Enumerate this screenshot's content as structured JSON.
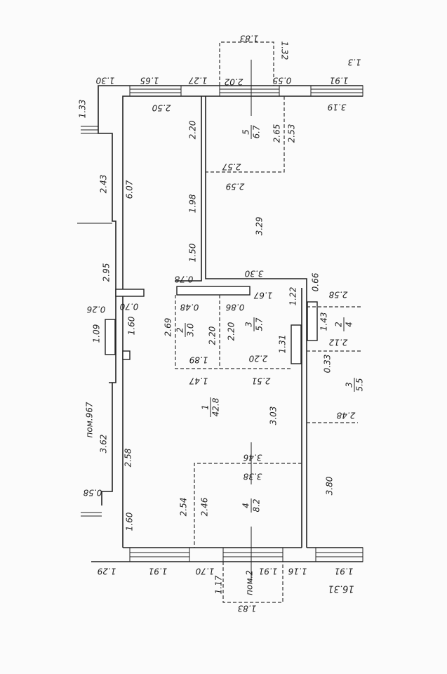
{
  "title": "Floor plan",
  "dimensions": [
    "1.30",
    "1.65",
    "1.27",
    "2.02",
    "0.55",
    "1.91",
    "1.83",
    "1.32",
    "1.3",
    "3.19",
    "2.50",
    "1.33",
    "2.20",
    "2.65",
    "2.53",
    "2.57",
    "2.59",
    "2.43",
    "6.07",
    "1.98",
    "3.29",
    "1.50",
    "2.95",
    "3.30",
    "0.78",
    "0.66",
    "2.58",
    "1.67",
    "1.22",
    "0.48",
    "0.86",
    "0.26",
    "0.70",
    "1.60",
    "2.69",
    "2.20",
    "2.20",
    "1.43",
    "1.09",
    "2.12",
    "1.89",
    "2.20",
    "1.31",
    "0.33",
    "1.47",
    "2.51",
    "3.03",
    "2.48",
    "3.62",
    "2.58",
    "3.46",
    "3.38",
    "3.80",
    "0.58",
    "2.54",
    "2.46",
    "1.60",
    "1.29",
    "1.91",
    "1.70",
    "1.91",
    "1.16",
    "1.91",
    "1.17",
    "1.83",
    "16.31"
  ],
  "rooms": [
    {
      "number": "5",
      "area": "6.7"
    },
    {
      "number": "2",
      "area": "3.0"
    },
    {
      "number": "3",
      "area": "5.7"
    },
    {
      "number": "2",
      "area": "4"
    },
    {
      "number": "3",
      "area": "5.5"
    },
    {
      "number": "1",
      "area": "42.8"
    },
    {
      "number": "4",
      "area": "8.2"
    }
  ],
  "annotations": {
    "neighbor_left": "пом.967",
    "neighbor_bottom": "пом.2"
  }
}
